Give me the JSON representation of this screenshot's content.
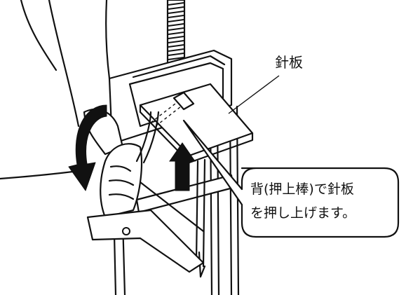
{
  "labels": {
    "needle_plate": "針板",
    "callout_line1": "背(押上棒)で針板",
    "callout_line2": "を押し上げます。"
  },
  "icons": {
    "rotate_arrow": "curved-arrow-icon",
    "push_arrow": "up-arrow-icon"
  },
  "colors": {
    "line": "#111111",
    "background": "#ffffff"
  }
}
